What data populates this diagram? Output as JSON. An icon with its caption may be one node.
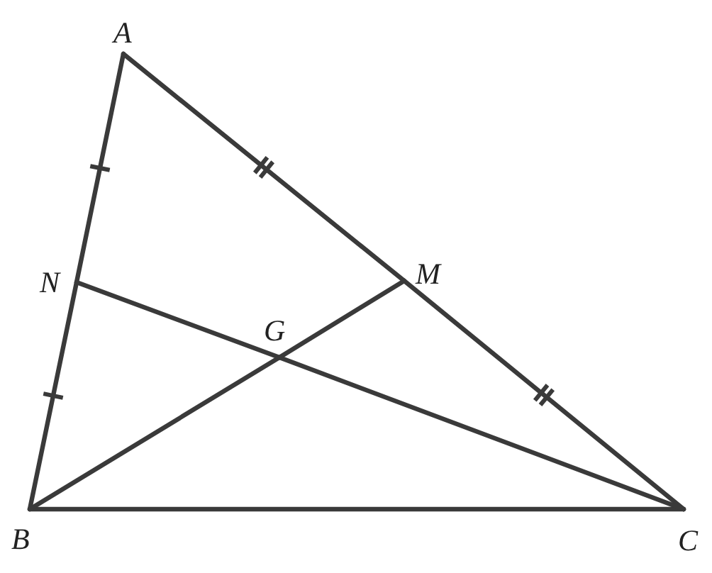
{
  "diagram": {
    "nodes": [
      {
        "text": [
          "A"
        ]
      },
      {
        "text": [
          "B"
        ]
      },
      {
        "text": [
          "C"
        ]
      },
      {
        "text": [
          "N"
        ]
      },
      {
        "text": [
          "M"
        ]
      },
      {
        "text": [
          "G"
        ]
      }
    ],
    "edges": [
      {
        "from": 0,
        "to": 3,
        "arrow": "none"
      },
      {
        "from": 3,
        "to": 1,
        "arrow": "none"
      },
      {
        "from": 0,
        "to": 4,
        "arrow": "none"
      },
      {
        "from": 4,
        "to": 2,
        "arrow": "none"
      },
      {
        "from": 1,
        "to": 2,
        "arrow": "none"
      },
      {
        "from": 1,
        "to": 5,
        "arrow": "none"
      },
      {
        "from": 5,
        "to": 4,
        "arrow": "none"
      },
      {
        "from": 3,
        "to": 5,
        "arrow": "none"
      },
      {
        "from": 5,
        "to": 2,
        "arrow": "none"
      }
    ]
  }
}
